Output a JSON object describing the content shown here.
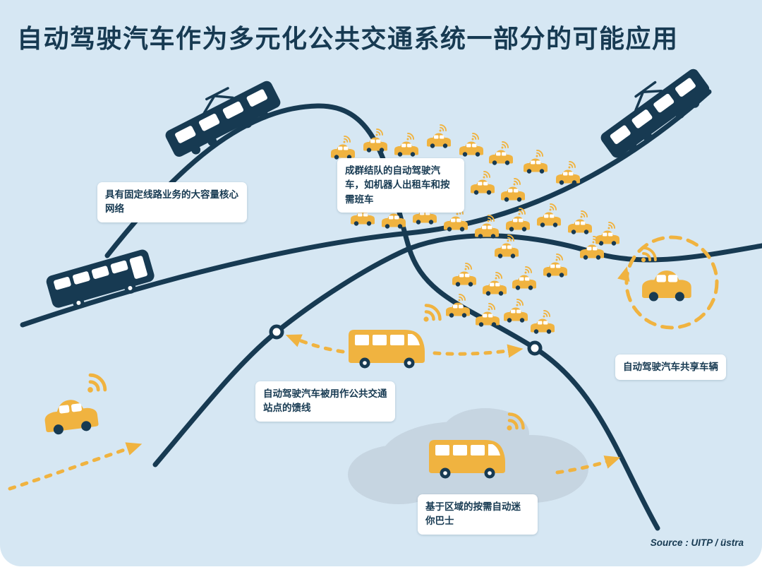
{
  "title": "自动驾驶汽车作为多元化公共交通系统一部分的可能应用",
  "source": "Source : UITP / üstra",
  "labels": {
    "core_network": "具有固定线路业务的大容量核心网络",
    "av_fleets": "成群结队的自动驾驶汽车，如机器人出租车和按需班车",
    "feeder": "自动驾驶汽车被用作公共交通站点的馈线",
    "car_sharing": "自动驾驶汽车共享车辆",
    "area_minibus": "基于区域的按需自动迷你巴士"
  },
  "icons": {
    "wifi": "wifi-signal-icon",
    "tram": "tram-icon",
    "bus": "bus-icon",
    "minibus": "minibus-icon",
    "car": "autonomous-car-icon",
    "stop": "stop-node",
    "arrow": "dashed-arrow"
  },
  "colors": {
    "background": "#d6e7f3",
    "navy": "#173a52",
    "accent_yellow": "#f0b340",
    "label_background": "#ffffff",
    "cloud": "#c6d5e1"
  }
}
